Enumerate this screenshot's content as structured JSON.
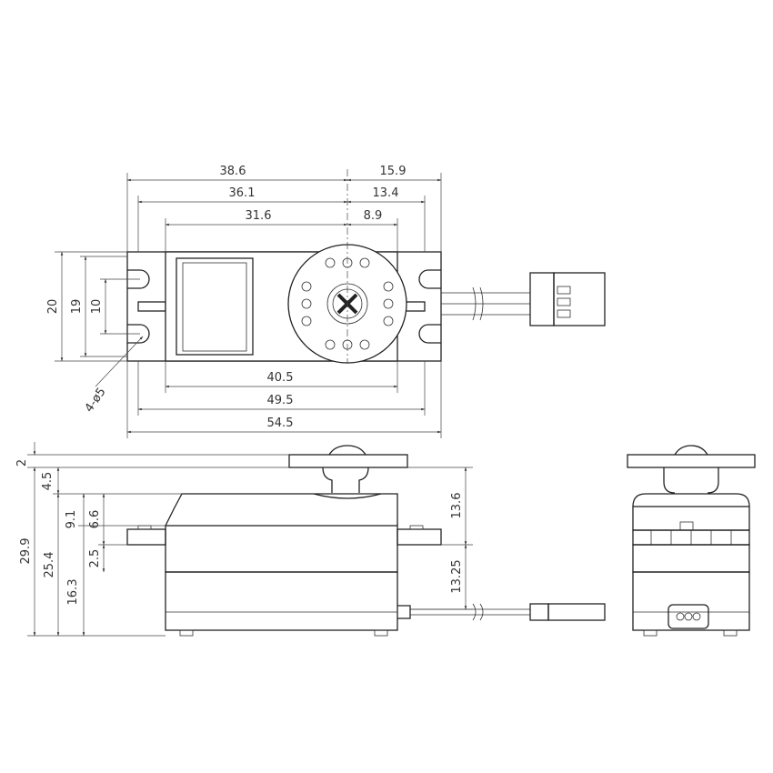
{
  "top_view": {
    "dim_overall_left": "38.6",
    "dim_overall_right": "15.9",
    "dim_mount_left": "36.1",
    "dim_mount_right": "13.4",
    "dim_body_left": "31.6",
    "dim_body_right": "8.9",
    "dim_height_20": "20",
    "dim_height_19": "19",
    "dim_height_10": "10",
    "dim_holes": "4-ø5",
    "dim_40_5": "40.5",
    "dim_49_5": "49.5",
    "dim_54_5": "54.5"
  },
  "side_view": {
    "dim_2": "2",
    "dim_4_5": "4.5",
    "dim_9_1": "9.1",
    "dim_6_6": "6.6",
    "dim_2_5": "2.5",
    "dim_29_9": "29.9",
    "dim_25_4": "25.4",
    "dim_16_3": "16.3",
    "dim_13_6": "13.6",
    "dim_13_25": "13.25"
  }
}
